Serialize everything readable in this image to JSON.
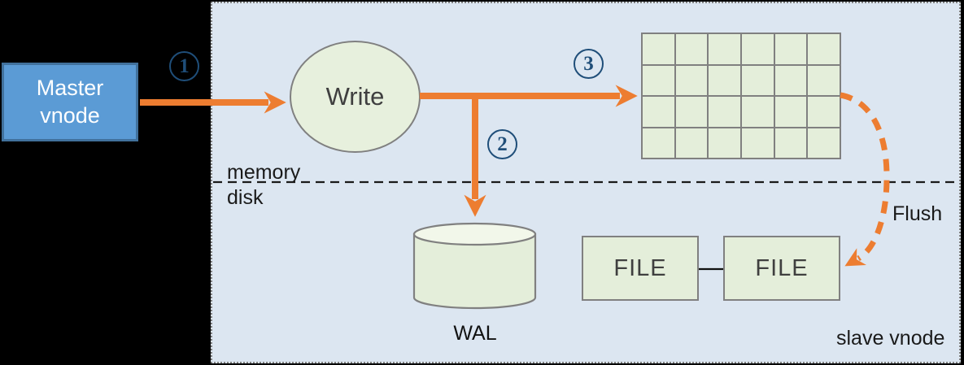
{
  "diagram": {
    "nodes": {
      "master_vnode": "Master vnode",
      "write": "Write",
      "wal": "WAL",
      "file_left": "FILE",
      "file_right": "FILE"
    },
    "labels": {
      "memory": "memory",
      "disk": "disk",
      "flush": "Flush",
      "slave_vnode": "slave vnode"
    },
    "steps": [
      "1",
      "2",
      "3"
    ],
    "grid": {
      "rows": 4,
      "cols": 6
    },
    "colors": {
      "background": "#000000",
      "panel_fill": "#dce6f1",
      "panel_border": "#7f7f7f",
      "node_fill": "#e4eeda",
      "node_stroke": "#808080",
      "master_fill": "#5b9bd5",
      "master_border": "#41719c",
      "arrow_orange": "#ed7d31",
      "step_blue": "#1f4e79"
    }
  }
}
